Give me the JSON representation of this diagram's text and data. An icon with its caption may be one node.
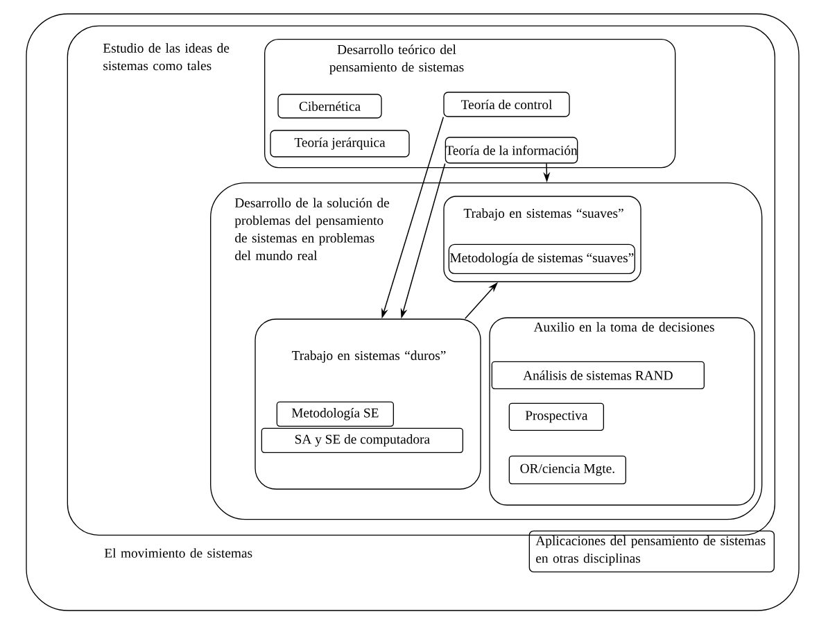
{
  "diagram": {
    "nodes": [
      {
        "text": [
          "El movimiento de sistemas"
        ]
      },
      {
        "text": [
          "Estudio de las ideas de sistemas como tales"
        ],
        "in": 0
      },
      {
        "text": [
          "Desarrollo teórico del pensamiento de sistemas"
        ],
        "in": 1
      },
      {
        "text": [
          "Cibernética"
        ],
        "in": 2
      },
      {
        "text": [
          "Teoría de control"
        ],
        "in": 2
      },
      {
        "text": [
          "Teoría jerárquica"
        ],
        "in": 2
      },
      {
        "text": [
          "Teoría de la información"
        ],
        "in": 2
      },
      {
        "text": [
          "Desarrollo de la solución de problemas del pensamiento de sistemas en problemas del mundo real"
        ],
        "in": 1
      },
      {
        "text": [
          "Trabajo en sistemas “suaves”"
        ],
        "in": 7
      },
      {
        "text": [
          "Metodología de sistemas “suaves”"
        ],
        "in": 8
      },
      {
        "text": [
          "Trabajo en sistemas “duros”"
        ],
        "in": 7
      },
      {
        "text": [
          "Metodología SE"
        ],
        "in": 10
      },
      {
        "text": [
          "SA y SE de computadora"
        ],
        "in": 10
      },
      {
        "text": [
          "Auxilio en la toma de decisiones"
        ],
        "in": 7
      },
      {
        "text": [
          "Análisis de sistemas RAND"
        ],
        "in": 13
      },
      {
        "text": [
          "Prospectiva"
        ],
        "in": 13
      },
      {
        "text": [
          "OR/ciencia Mgte."
        ],
        "in": 13
      },
      {
        "text": [
          "Aplicaciones del pensamiento de sistemas en otras disciplinas"
        ],
        "in": 0
      }
    ],
    "edges": [
      {
        "from": 4,
        "to": 10,
        "arrow": "to"
      },
      {
        "from": 6,
        "to": 10,
        "arrow": "to"
      },
      {
        "from": 6,
        "to": 7,
        "arrow": "to"
      },
      {
        "from": 10,
        "to": 8,
        "arrow": "to"
      }
    ]
  }
}
